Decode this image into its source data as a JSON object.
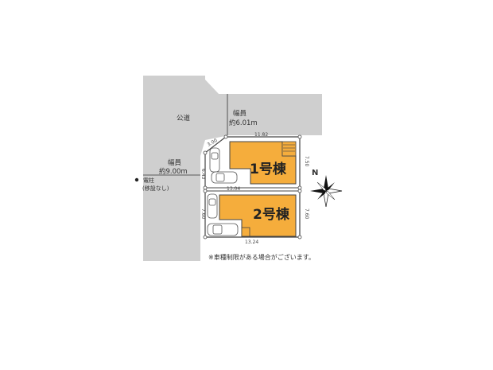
{
  "road_north": {
    "label": "公道",
    "width_label": "幅員",
    "width_value": "約6.01m"
  },
  "road_west": {
    "width_label": "幅員",
    "width_value": "約9.00m"
  },
  "utility_pole": {
    "label": "電柱",
    "note": "(移設なし)"
  },
  "buildings": [
    {
      "label": "1号棟"
    },
    {
      "label": "2号棟"
    }
  ],
  "dimensions": {
    "north_frontage": "11.82",
    "corner_cut": "3.00",
    "lot1_east": "7.50",
    "lot1_west": "6.43",
    "lot1_south": "13.04",
    "lot2_east": "7.60",
    "lot2_west": "7.60",
    "lot2_south": "13.24"
  },
  "compass": {
    "label": "N"
  },
  "footnote": "※車種制限がある場合がございます。",
  "colors": {
    "road": "#cfcfcf",
    "building": "#f5ad3c",
    "lot_line": "#444444"
  }
}
